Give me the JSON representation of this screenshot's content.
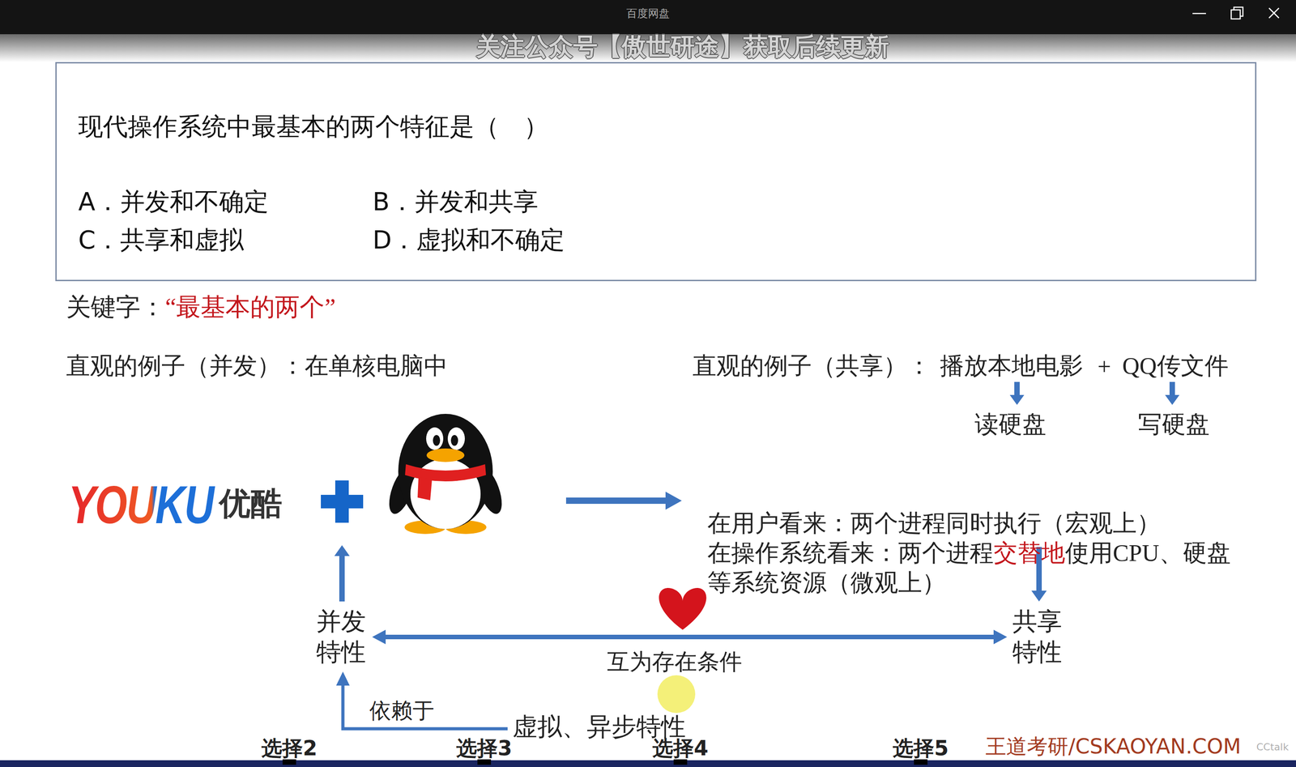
{
  "diagram": {
    "nodes": [
      {
        "text": [
          "现代操作系统中最基本的两个特征是（　）",
          "A．并发和不确定",
          "B．并发和共享",
          "C．共享和虚拟",
          "D．虚拟和不确定"
        ]
      }
    ],
    "labels": [
      "百度网盘",
      "关注公众号【傲世研途】获取后续更新",
      "关键字：",
      "“最基本的两个”",
      "直观的例子（并发）：在单核电脑中",
      "直观的例子（共享）：",
      "播放本地电影",
      "+",
      "QQ传文件",
      "读硬盘",
      "写硬盘",
      "YOUKU",
      "优酷",
      "在用户看来：两个进程同时执行（宏观上）",
      "在操作系统看来：两个进程",
      "交替地",
      "使用CPU、硬盘等系统资源（微观上）",
      "并发特性",
      "共享特性",
      "互为存在条件",
      "依赖于",
      "虚拟、异步特性",
      "选择2",
      "选择3",
      "选择4",
      "选择5",
      "王道考研/CSKAOYAN.COM",
      "CCtalk"
    ]
  }
}
